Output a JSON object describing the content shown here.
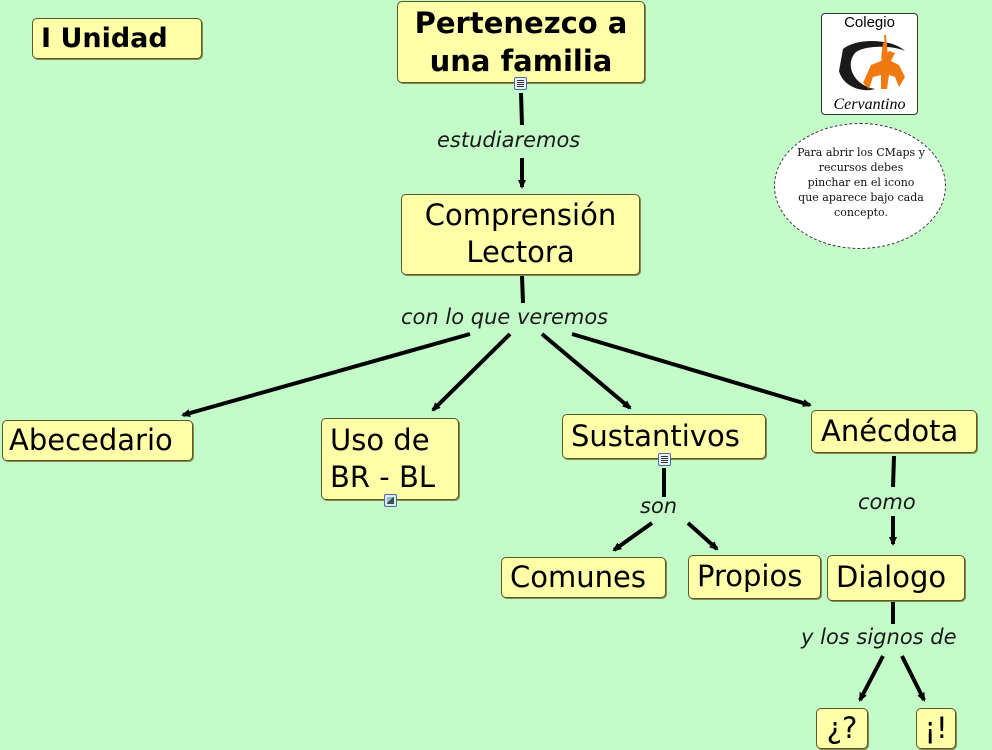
{
  "unit_title": "I Unidad",
  "logo": {
    "top_text": "Colegio",
    "bottom_text": "Cervantino",
    "emblem": "knight-on-horse-emblem",
    "emblem_color": "#f07a10"
  },
  "note": {
    "text": "Para abrir los CMaps y recursos debes pinchar en el icono que aparece bajo cada concepto."
  },
  "concepts": {
    "familia": "Pertenezco a una familia",
    "comprension": "Comprensión Lectora",
    "abecedario": "Abecedario",
    "uso": "Uso de BR - BL",
    "sustantivos": "Sustantivos",
    "anecdota": "Anécdota",
    "comunes": "Comunes",
    "propios": "Propios",
    "dialogo": "Dialogo",
    "interrogacion": "¿?",
    "exclamacion": "¡!"
  },
  "linking_phrases": {
    "estudiaremos": "estudiaremos",
    "con_lo_que": "con lo que veremos",
    "son": "son",
    "como": "como",
    "y_los_signos": "y los signos de"
  },
  "icons": {
    "familia_resource": "document-resource-icon",
    "uso_resource": "image-resource-icon",
    "sustantivos_resource": "document-resource-icon"
  },
  "colors": {
    "background": "#c3fcc8",
    "concept_fill": "#ffffa9",
    "arrow": "#000000"
  }
}
